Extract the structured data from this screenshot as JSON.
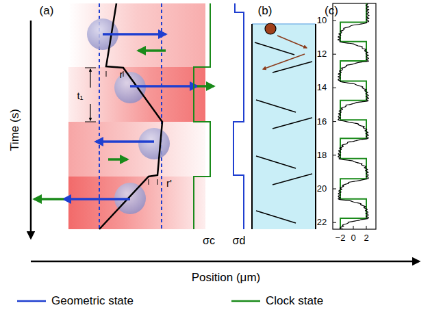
{
  "diagram": {
    "labels": [
      "(a)",
      "Time (s)",
      "r",
      "t₁",
      "r'",
      "σc",
      "σd",
      "(b)",
      "(c)",
      "10",
      "12",
      "14",
      "16",
      "18",
      "20",
      "22",
      "−2",
      "0",
      "2",
      "Position (μm)"
    ],
    "legend": [
      {
        "text": "Geometric state"
      },
      {
        "text": "Clock state"
      }
    ]
  }
}
